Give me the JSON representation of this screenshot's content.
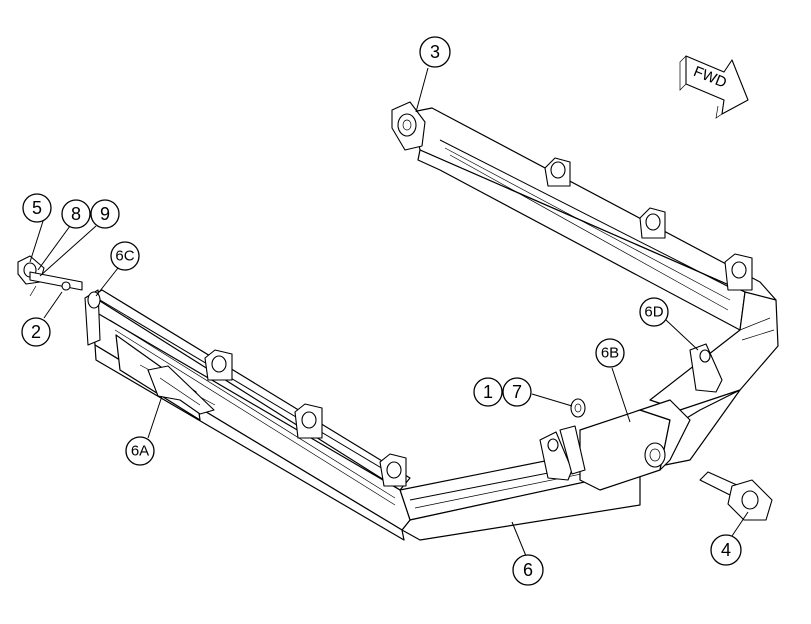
{
  "direction_arrow": {
    "label": "FWD"
  },
  "callouts": [
    {
      "id": "c-3",
      "label": "3"
    },
    {
      "id": "c-5",
      "label": "5"
    },
    {
      "id": "c-8",
      "label": "8"
    },
    {
      "id": "c-9",
      "label": "9"
    },
    {
      "id": "c-6C",
      "label": "6C"
    },
    {
      "id": "c-2",
      "label": "2"
    },
    {
      "id": "c-6D",
      "label": "6D"
    },
    {
      "id": "c-6B",
      "label": "6B"
    },
    {
      "id": "c-1",
      "label": "1"
    },
    {
      "id": "c-7",
      "label": "7"
    },
    {
      "id": "c-6A",
      "label": "6A"
    },
    {
      "id": "c-4",
      "label": "4"
    },
    {
      "id": "c-6",
      "label": "6"
    }
  ]
}
